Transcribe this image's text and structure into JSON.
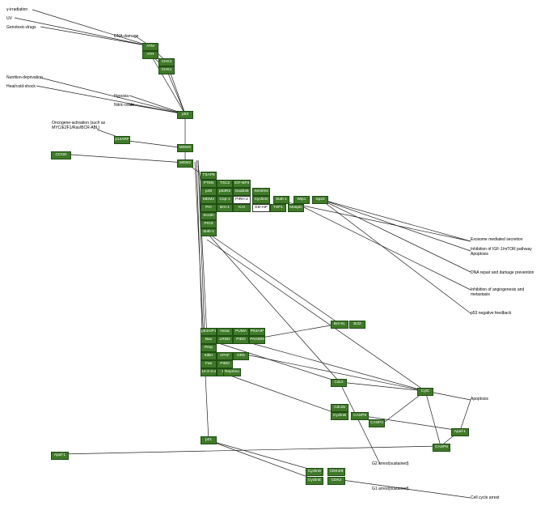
{
  "diagram": {
    "colors": {
      "node_fill": "#3f7a28",
      "node_border": "#1f4d14",
      "edge": "#222222",
      "background": "#ffffff"
    },
    "inputs": {
      "gamma": "γ-irradiation",
      "uv": "UV",
      "genotoxic": "Genotoxic-drugs",
      "dna_damage": "DNA-damage",
      "nutrition": "Nutrition-deprivation",
      "heat": "Heat/cold-shock",
      "hypoxia": "Hypoxia",
      "nitric": "Nitric-oxide",
      "oncogene": "Oncogene-activation (such as MYC/E2F1/Ras/BCR-ABL)"
    },
    "nodes": {
      "atm": "ATM",
      "atr": "ATR",
      "chk2": "CHK2",
      "chk1": "CHK1",
      "p53": "p53",
      "p14arf": "p14ARF",
      "mdmx": "MDMX",
      "mdm2": "MDM2",
      "ccng": "CCNG",
      "tsap6": "TSAP6",
      "pten": "PTEN",
      "tsc2": "TSC2",
      "igfbp3": "IGF-BP3",
      "p48": "p48",
      "p53r2": "p53R2",
      "gadd45": "Gadd45",
      "sestrins": "Sestrins",
      "mdm2b": "MDM2",
      "cop1": "Cop-1",
      "pirh2": "PIRH-2",
      "cyclin_g": "CyclinG",
      "siah1": "Siah-1",
      "wip1": "Wip1",
      "sp23": "Sp23",
      "pai": "PAI",
      "bai1": "BAI-1",
      "kai": "KAI",
      "gd_aif": "GD-AIF",
      "tsp1": "TSP1",
      "maspin": "Maspin",
      "scotin": "Scotin",
      "pig3": "PIG3",
      "siah1b": "Siah-1",
      "p53aip1": "p53AIP1",
      "bax": "Bax",
      "noxa": "Noxa",
      "puma": "PUMA",
      "p53aip": "P53AIP",
      "lrdd": "LRDD",
      "pidd": "PIDD",
      "pag608": "PAG608",
      "perp": "Perp",
      "killer": "Killer",
      "apaf": "APAF",
      "fas": "Fas",
      "pidd2": "PIDD",
      "dr5": "DR5",
      "bid": "Bid",
      "reprimo": "Reprimo",
      "p1433": "14-3-3-σ",
      "bclxl": "Bcl-XL",
      "bcl2": "Bcl2",
      "p21": "p21",
      "cdc2": "Cdc2",
      "cytc": "CytC",
      "cdc25": "Cdc25",
      "casp9": "CASP9",
      "cyclinb": "CyclinB",
      "casp3": "CASP3",
      "apaf1": "Apaf-1",
      "casp8": "CASP8",
      "cyclind": "CyclinD",
      "cdk46": "CDK4/6",
      "cyclinE": "CyclinE",
      "cdk2": "CDK2"
    },
    "outputs": {
      "exosome": "Exosome mediated secretion",
      "igf": "Inhibition of IGF-1/mTOR pathway Apoptosis",
      "dna_repair": "DNA repair and damage prevention",
      "angio": "Inhibition of angiogenesis and metastasis",
      "negfb": "p53 negative feedback",
      "apoptosis": "Apoptosis",
      "g2": "G2 arrest(sustained)",
      "g1": "G1 arrest(sustained)",
      "cellcycle": "Cell cycle arrest"
    }
  }
}
